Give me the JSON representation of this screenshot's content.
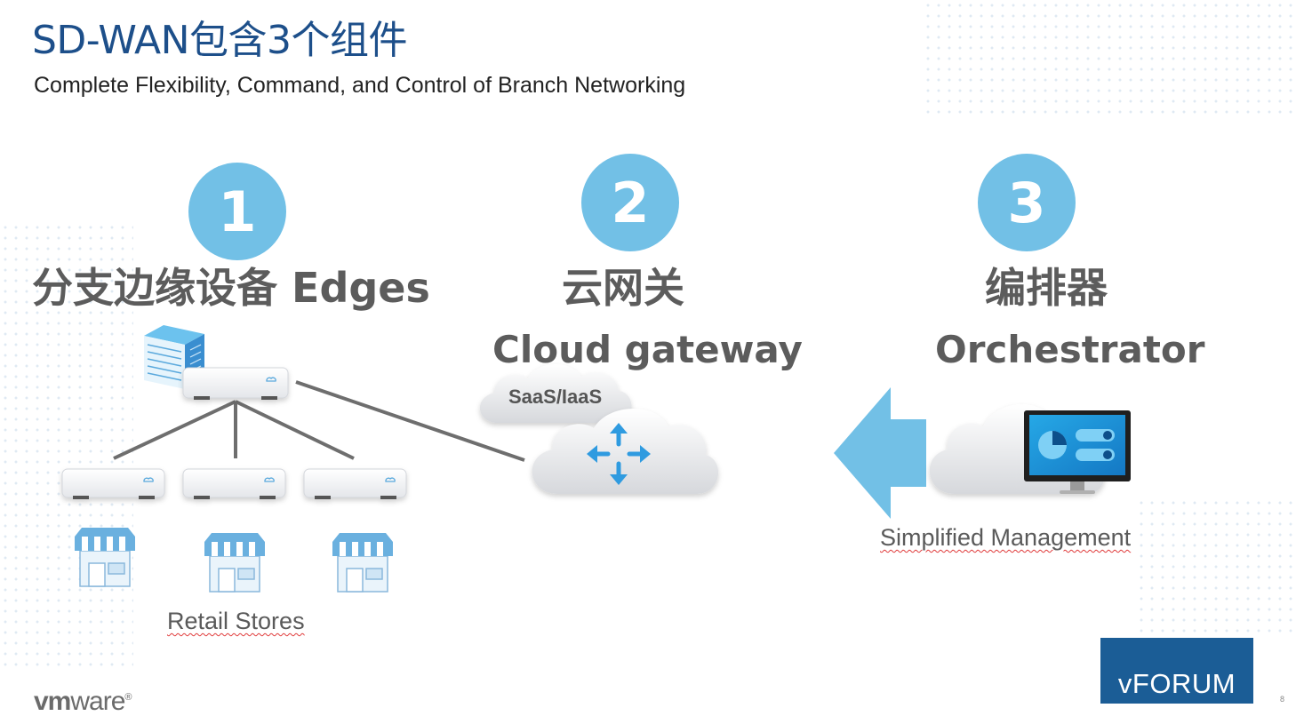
{
  "title": "SD-WAN包含3个组件",
  "subtitle": "Complete Flexibility, Command, and Control of Branch Networking",
  "components": [
    {
      "number": "1",
      "heading_cn": "分支边缘设备 Edges",
      "heading_en": "",
      "caption": "Retail Stores"
    },
    {
      "number": "2",
      "heading_cn": "云网关",
      "heading_en": "Cloud gateway",
      "cloud_label": "SaaS/IaaS"
    },
    {
      "number": "3",
      "heading_cn": "编排器",
      "heading_en": "Orchestrator",
      "caption": "Simplified Management"
    }
  ],
  "colors": {
    "accent": "#72c0e6",
    "title": "#1d4f8a",
    "heading": "#5c5c5c",
    "badge": "#1b5d96",
    "router_arrows": "#2f9be0"
  },
  "icons": [
    "server-rack-icon",
    "edge-appliance-icon",
    "storefront-icon",
    "cloud-icon",
    "router-arrows-icon",
    "monitor-dashboard-icon",
    "left-arrow-icon"
  ],
  "footer": {
    "vmware_logo_bold": "vm",
    "vmware_logo_rest": "ware",
    "vmware_reg": "®",
    "vforum": "vFORUM",
    "slide_number": "8"
  }
}
